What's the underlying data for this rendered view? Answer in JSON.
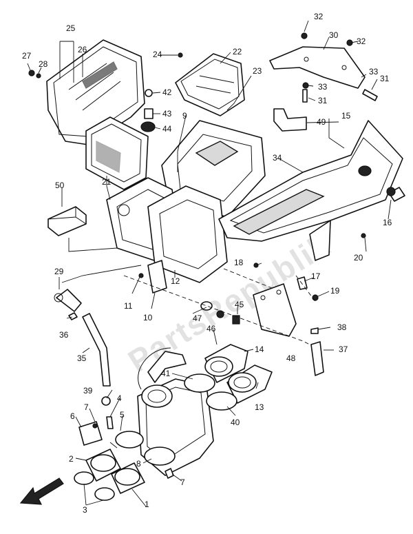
{
  "diagram": {
    "type": "exploded-parts-diagram",
    "watermark": "PartsRepublik",
    "callouts": [
      "1",
      "2",
      "3",
      "4",
      "5",
      "6",
      "7",
      "8",
      "9",
      "10",
      "11",
      "12",
      "13",
      "14",
      "15",
      "16",
      "17",
      "18",
      "19",
      "20",
      "21",
      "22",
      "23",
      "24",
      "25",
      "26",
      "27",
      "28",
      "29",
      "30",
      "31",
      "32",
      "33",
      "34",
      "35",
      "36",
      "37",
      "38",
      "39",
      "40",
      "41",
      "42",
      "43",
      "44",
      "45",
      "46",
      "47",
      "48",
      "49",
      "50"
    ],
    "front_direction_icon": "front-arrow-icon"
  }
}
